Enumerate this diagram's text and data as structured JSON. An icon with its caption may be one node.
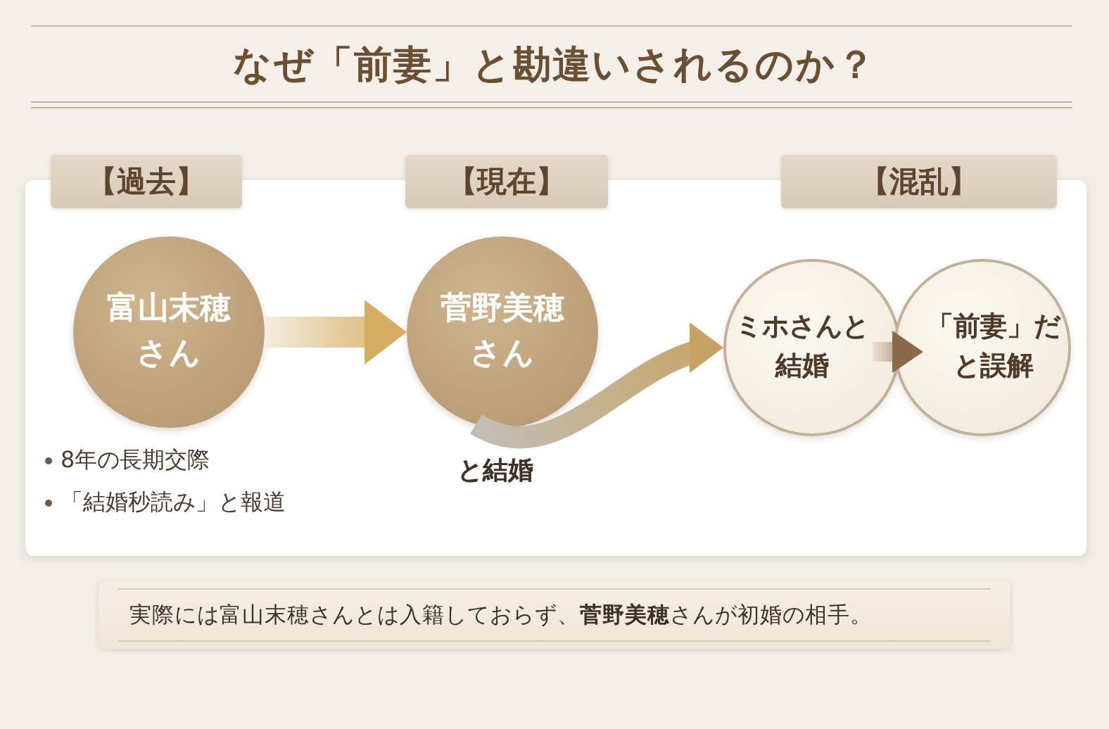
{
  "diagram": {
    "title": "なぜ「前妻」と勘違いされるのか？",
    "nodes": [
      {
        "text": [
          "【過去】"
        ]
      },
      {
        "text": [
          "【現在】"
        ]
      },
      {
        "text": [
          "【混乱】"
        ]
      },
      {
        "text": [
          "富山末穂さん"
        ],
        "beside": [
          "8年の長期交際",
          "「結婚秒読み」と報道"
        ]
      },
      {
        "text": [
          "菅野美穂さん"
        ],
        "beside": [
          "と結婚"
        ]
      },
      {
        "text": [
          "ミホさんと結婚"
        ]
      },
      {
        "text": [
          "「前妻」だと誤解"
        ]
      },
      {
        "text": [
          "実際には富山末穂さんとは入籍しておらず、**菅野美穂**さんが初婚の相手。"
        ]
      }
    ],
    "edges": [
      {
        "from": 3,
        "to": 4,
        "arrow": "to"
      },
      {
        "from": 4,
        "to": 5,
        "arrow": "to"
      },
      {
        "from": 5,
        "to": 6,
        "arrow": "to"
      }
    ]
  }
}
